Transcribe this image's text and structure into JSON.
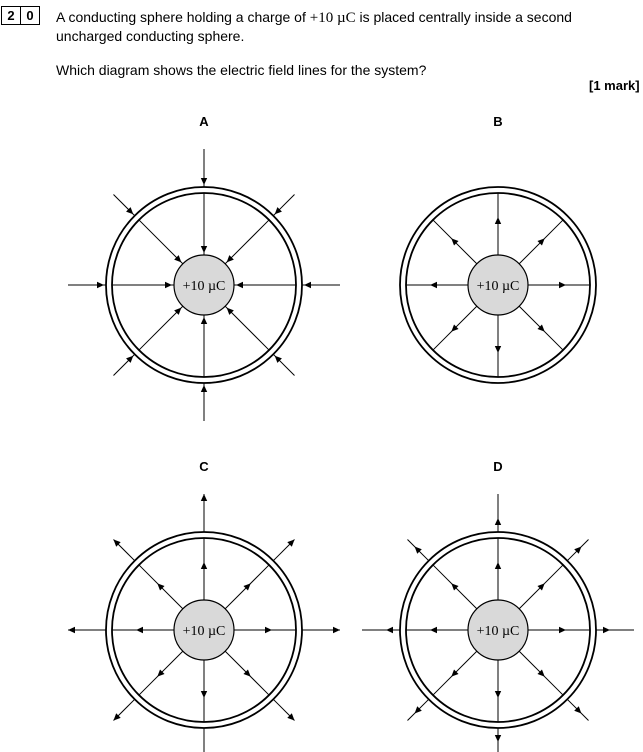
{
  "question": {
    "number_digits": [
      "2",
      "0"
    ],
    "stem_before": "A conducting sphere holding a charge of ",
    "charge_text": "+10 µC",
    "stem_after": " is placed centrally inside a second uncharged conducting sphere.",
    "prompt": "Which diagram shows the electric field lines for the system?",
    "marks": "[1 mark]"
  },
  "options": [
    {
      "label": "A",
      "charge_label": "+10 µC",
      "inner_arrows": "inward",
      "outer_arrows": "inward"
    },
    {
      "label": "B",
      "charge_label": "+10 µC",
      "inner_arrows": "outward",
      "outer_arrows": "none"
    },
    {
      "label": "C",
      "charge_label": "+10 µC",
      "inner_arrows": "outward",
      "outer_arrows": "outward"
    },
    {
      "label": "D",
      "charge_label": "+10 µC",
      "inner_arrows": "outward",
      "outer_arrows": "outward_varied"
    }
  ]
}
